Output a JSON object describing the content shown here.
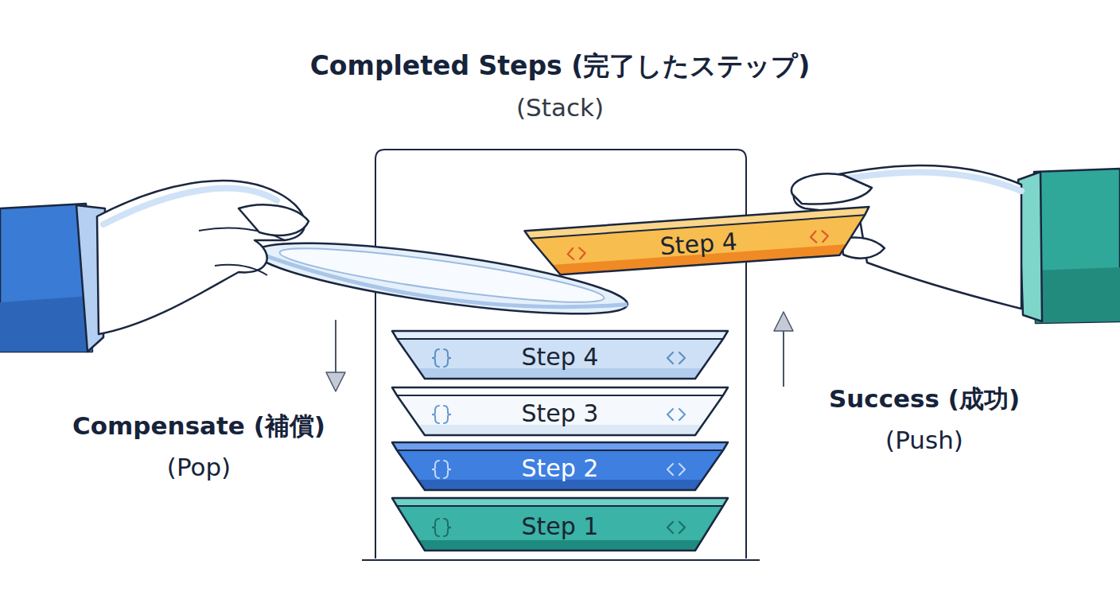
{
  "diagram": {
    "title": "Completed Steps (完了したステップ)",
    "nodes": [
      {
        "text": [
          "Step 4"
        ]
      },
      {
        "text": [
          "Step 4"
        ]
      },
      {
        "text": [
          "Step 3"
        ]
      },
      {
        "text": [
          "Step 2"
        ]
      },
      {
        "text": [
          "Step 1"
        ]
      }
    ],
    "labels": [
      "(Stack)",
      "Compensate (補償)",
      "(Pop)",
      "Success (成功)",
      "(Push)"
    ]
  }
}
